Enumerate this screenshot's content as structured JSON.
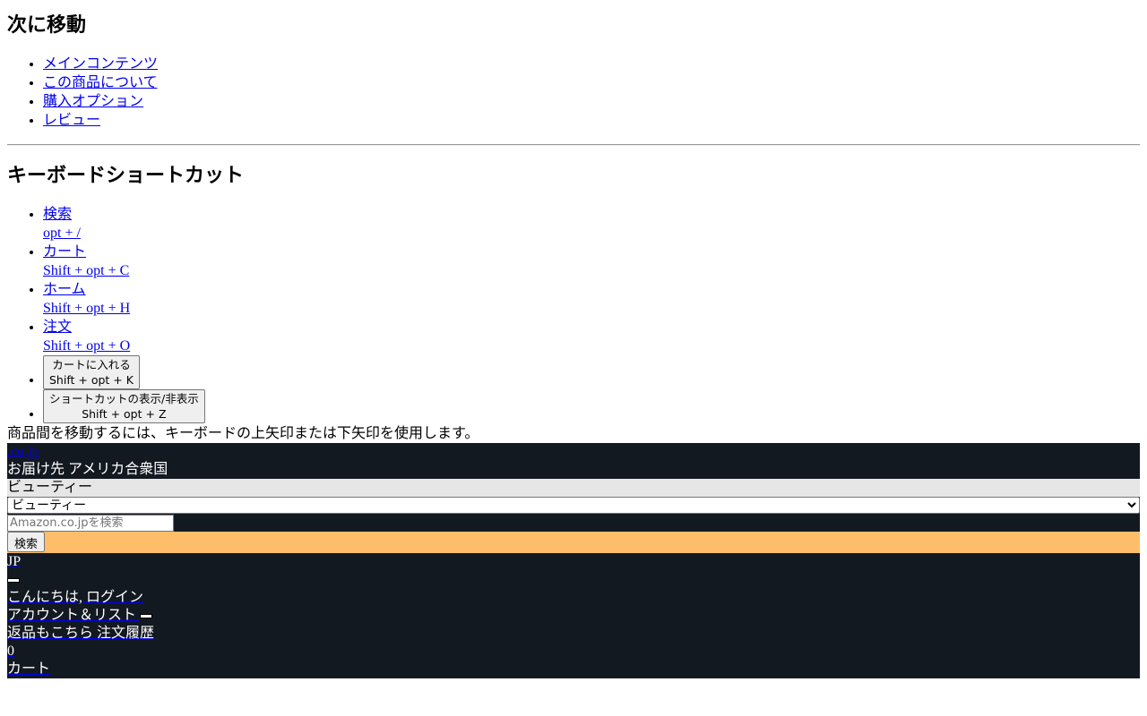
{
  "skip_nav": {
    "title": "次に移動",
    "links": [
      "メインコンテンツ",
      "この商品について",
      "購入オプション",
      "レビュー"
    ]
  },
  "shortcuts": {
    "title": "キーボードショートカット",
    "links": [
      {
        "label": "検索",
        "keys": "opt + /"
      },
      {
        "label": "カート",
        "keys": "Shift + opt + C"
      },
      {
        "label": "ホーム",
        "keys": "Shift + opt + H"
      },
      {
        "label": "注文",
        "keys": "Shift + opt + O"
      }
    ],
    "buttons": [
      {
        "label": "カートに入れる",
        "keys": "Shift + opt + K"
      },
      {
        "label": "ショートカットの表示/非表示",
        "keys": "Shift + opt + Z"
      }
    ],
    "note": "商品間を移動するには、キーボードの上矢印または下矢印を使用します。"
  },
  "header": {
    "logo_link": ".co.jp",
    "deliver_to": "お届け先 アメリカ合衆国",
    "category_label": "ビューティー",
    "category_selected": "ビューティー",
    "search_placeholder": "Amazon.co.jpを検索",
    "search_button": "検索",
    "language": "JP",
    "greeting": "こんにちは, ログイン",
    "account": "アカウント＆リスト",
    "orders": "返品もこちら 注文履歴",
    "cart_count": "0",
    "cart": "カート"
  }
}
